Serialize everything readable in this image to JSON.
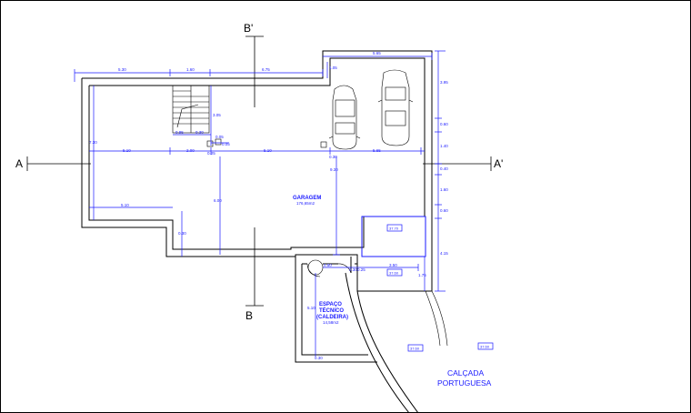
{
  "sections": {
    "a_left": "A",
    "a_right": "A'",
    "b_top": "B'",
    "b_bottom": "B"
  },
  "rooms": {
    "garage": {
      "name": "GARAGEM",
      "area": "176,65m2"
    },
    "technical": {
      "name_line1": "ESPAÇO",
      "name_line2": "TÉCNICO",
      "name_line3": "(CALDEIRA)",
      "area": "14,58m2"
    },
    "sidewalk": {
      "line1": "CALÇADA",
      "line2": "PORTUGUESA"
    }
  },
  "dimensions": {
    "top_1": "5.30",
    "top_2": "1.60",
    "top_3": "6.75",
    "top_4": "1.05",
    "top_5": "5.65",
    "right_1": "3.95",
    "right_2": "0.60",
    "right_3": "1.40",
    "right_4": "0.40",
    "right_5": "1.60",
    "right_6": "0.60",
    "right_7": "4.15",
    "left_v": "7.30",
    "mid_1": "5.10",
    "mid_2": "2.00",
    "mid_3": "5.10",
    "mid_4": "5.65",
    "stair_1": "0.95",
    "stair_2": "0.30",
    "stair_3": "0.05",
    "stair_4": "0.25",
    "stair_5": "0.05",
    "v_inner": "3.05",
    "v_main": "6.00",
    "v_garage": "9.30",
    "small_1": "0.30",
    "bottom_left": "5.10",
    "small_v": "0.30",
    "tech_1": "0.50",
    "tech_2": "0.30",
    "tech_3": "0.25",
    "tech_4": "3.50",
    "tech_v": "5.10",
    "tech_bottom": "0.30",
    "ramp_v": "1.75"
  },
  "tags": {
    "t1": "37.70",
    "t2": "37.60",
    "t3": "37.60",
    "t4": "37.60"
  }
}
